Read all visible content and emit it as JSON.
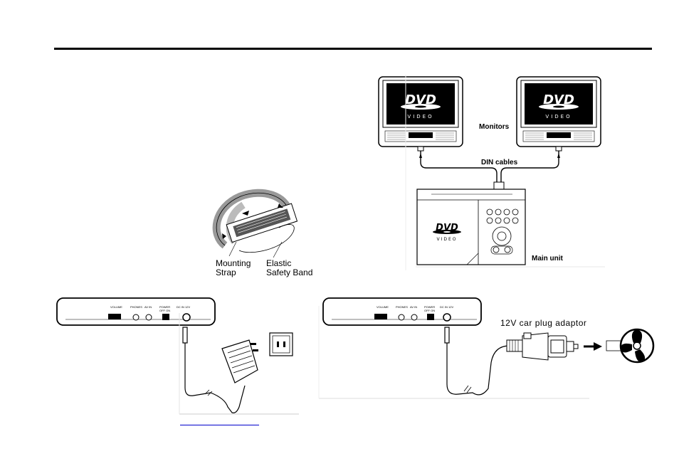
{
  "labels": {
    "monitors": "Monitors",
    "din_cables": "DIN cables",
    "main_unit": "Main unit",
    "mounting_strap_line1": "Mounting",
    "mounting_strap_line2": "Strap",
    "elastic_line1": "Elastic",
    "elastic_line2": "Safety Band",
    "car_plug": "12V car plug adaptor"
  },
  "dvd_logo": {
    "word": "DVD",
    "sub": "VIDEO"
  },
  "side_panel": {
    "volume": "VOLUME",
    "phones": "PHONES",
    "av_in": "AV IN",
    "power": "POWER",
    "power_sub": "OFF  ON",
    "dc_in": "DC IN 12V"
  },
  "icons": [
    "dvd-logo-icon",
    "wall-outlet-icon",
    "ac-adapter-icon",
    "car-plug-icon",
    "car-socket-icon",
    "arrow-right-icon"
  ]
}
